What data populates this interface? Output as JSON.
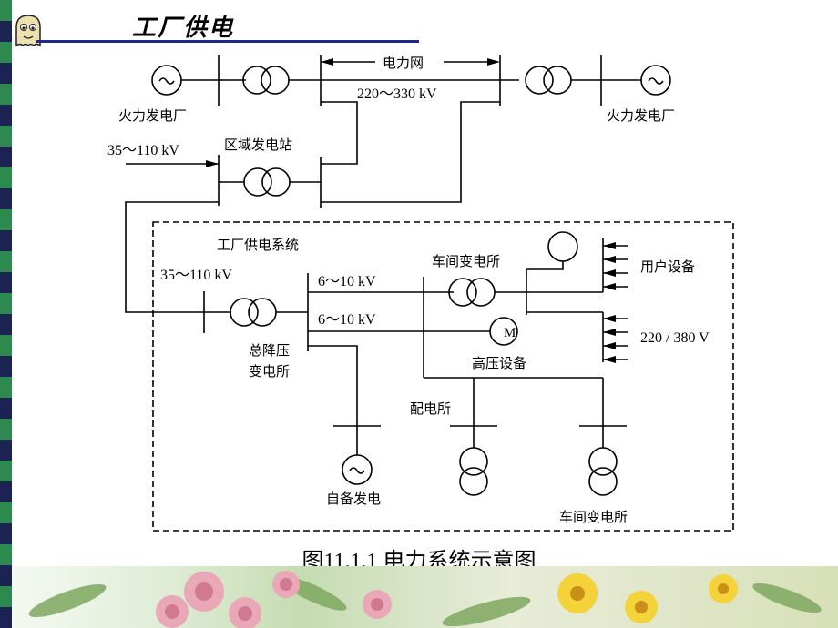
{
  "slide": {
    "title": "工厂供电"
  },
  "diagram": {
    "left_plant": "火力发电厂",
    "right_plant": "火力发电厂",
    "grid": "电力网",
    "grid_voltage": "220～330 kV",
    "regional_station": "区域发电站",
    "regional_input_voltage": "35～110 kV",
    "factory_system": "工厂供电系统",
    "factory_input_voltage": "35～110 kV",
    "main_substation_line1": "总降压",
    "main_substation_line2": "变电所",
    "bus_voltage_1": "6～10 kV",
    "bus_voltage_2": "6～10 kV",
    "workshop_substation_top": "车间变电所",
    "user_equipment": "用户设备",
    "low_voltage": "220 / 380 V",
    "motor_symbol": "M",
    "hv_equipment": "高压设备",
    "distribution_station": "配电所",
    "self_generation": "自备发电",
    "workshop_substation_bottom": "车间变电所"
  },
  "caption": "图11.1.1 电力系统示意图",
  "colors": {
    "title_rule": "#1c2a8c",
    "stripe_green": "#2d8a4e",
    "stripe_dark": "#1a2352"
  }
}
